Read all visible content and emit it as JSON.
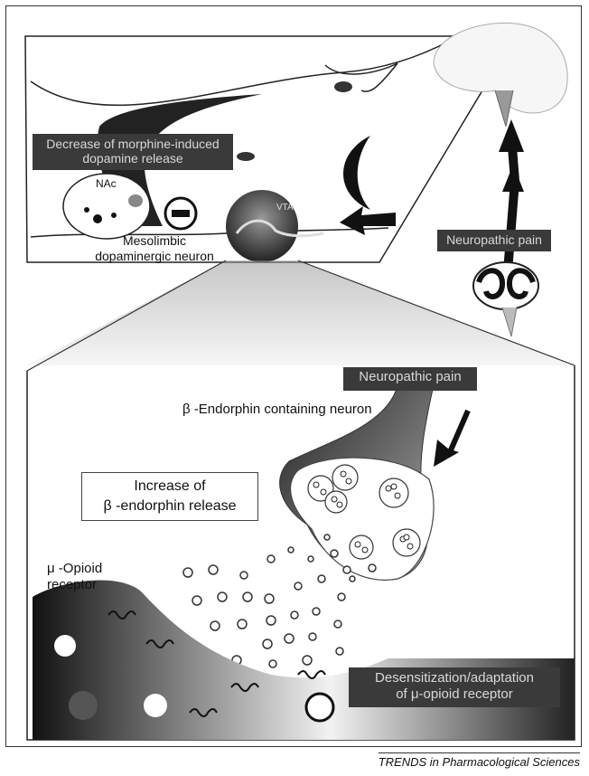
{
  "labels": {
    "dopamine_release": "Decrease of morphine-induced dopamine release",
    "nac": "NAc",
    "minus_sign": "−",
    "vta": "VTA",
    "mesolimbic_line1": "Mesolimbic",
    "mesolimbic_line2": "dopaminergic neuron",
    "neuropathic_pain_top": "Neuropathic pain",
    "neuropathic_pain_bottom": "Neuropathic pain",
    "beta_endorphin_neuron": "β -Endorphin containing neuron",
    "increase_line1": "Increase of",
    "increase_line2": "β -endorphin release",
    "mu_opioid_line1": "μ -Opioid",
    "mu_opioid_line2": "receptor",
    "desensitization_line1": "Desensitization/adaptation",
    "desensitization_line2": "of μ-opioid receptor"
  },
  "footer": "TRENDS in Pharmacological Sciences",
  "colors": {
    "dark_label_bg": "#3a3a3a",
    "dark_label_text": "#d8d8d8",
    "neuron_dark": "#1a1a1a",
    "gray": "#888888"
  }
}
